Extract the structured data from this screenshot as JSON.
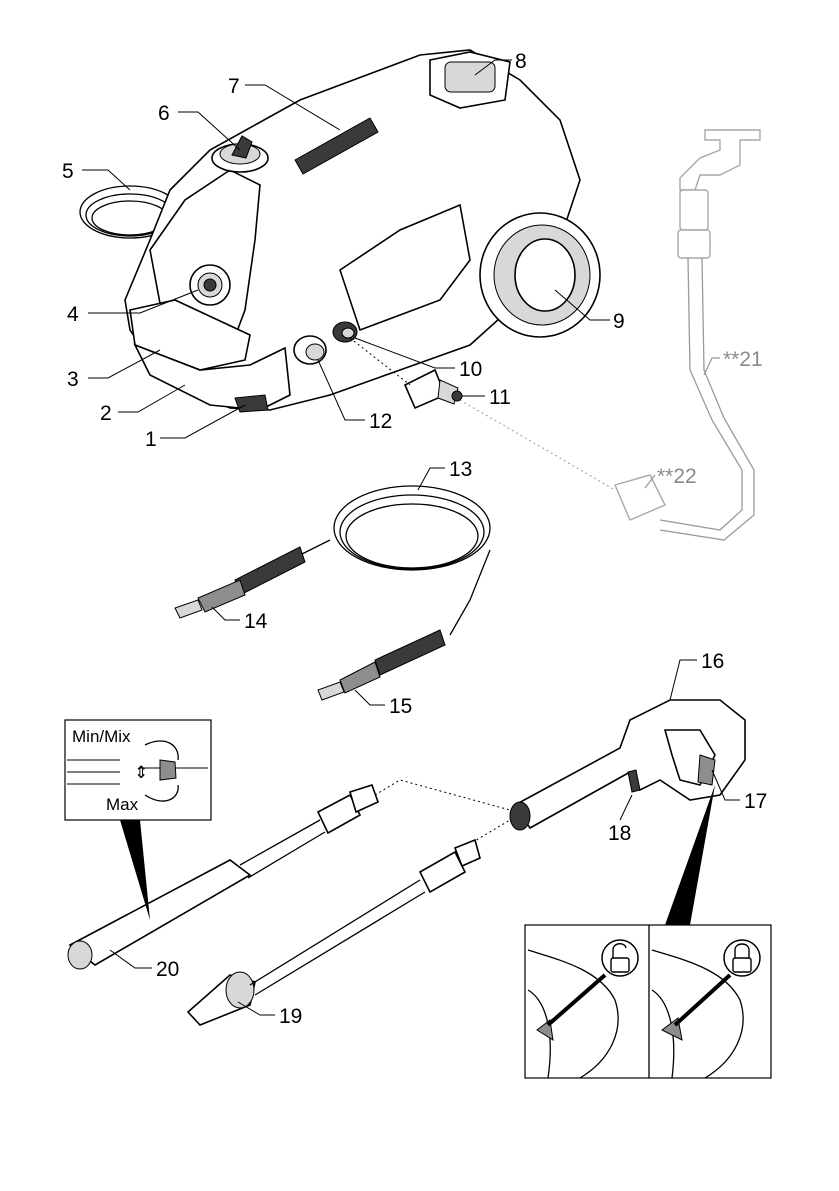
{
  "callouts": [
    {
      "key": "c1",
      "label": "1"
    },
    {
      "key": "c2",
      "label": "2"
    },
    {
      "key": "c3",
      "label": "3"
    },
    {
      "key": "c4",
      "label": "4"
    },
    {
      "key": "c5",
      "label": "5"
    },
    {
      "key": "c6",
      "label": "6"
    },
    {
      "key": "c7",
      "label": "7"
    },
    {
      "key": "c8",
      "label": "8"
    },
    {
      "key": "c9",
      "label": "9"
    },
    {
      "key": "c10",
      "label": "10"
    },
    {
      "key": "c11",
      "label": "11"
    },
    {
      "key": "c12",
      "label": "12"
    },
    {
      "key": "c13",
      "label": "13"
    },
    {
      "key": "c14",
      "label": "14"
    },
    {
      "key": "c15",
      "label": "15"
    },
    {
      "key": "c16",
      "label": "16"
    },
    {
      "key": "c17",
      "label": "17"
    },
    {
      "key": "c18",
      "label": "18"
    },
    {
      "key": "c19",
      "label": "19"
    },
    {
      "key": "c20",
      "label": "20"
    },
    {
      "key": "c21",
      "label": "**21"
    },
    {
      "key": "c22",
      "label": "**22"
    }
  ],
  "nozzle_inset": {
    "min_label": "Min/Mix",
    "max_label": "Max"
  },
  "colors": {
    "line": "#000000",
    "accessory_grey": "#8a8a8a",
    "fill_dark": "#3a3a3a"
  }
}
